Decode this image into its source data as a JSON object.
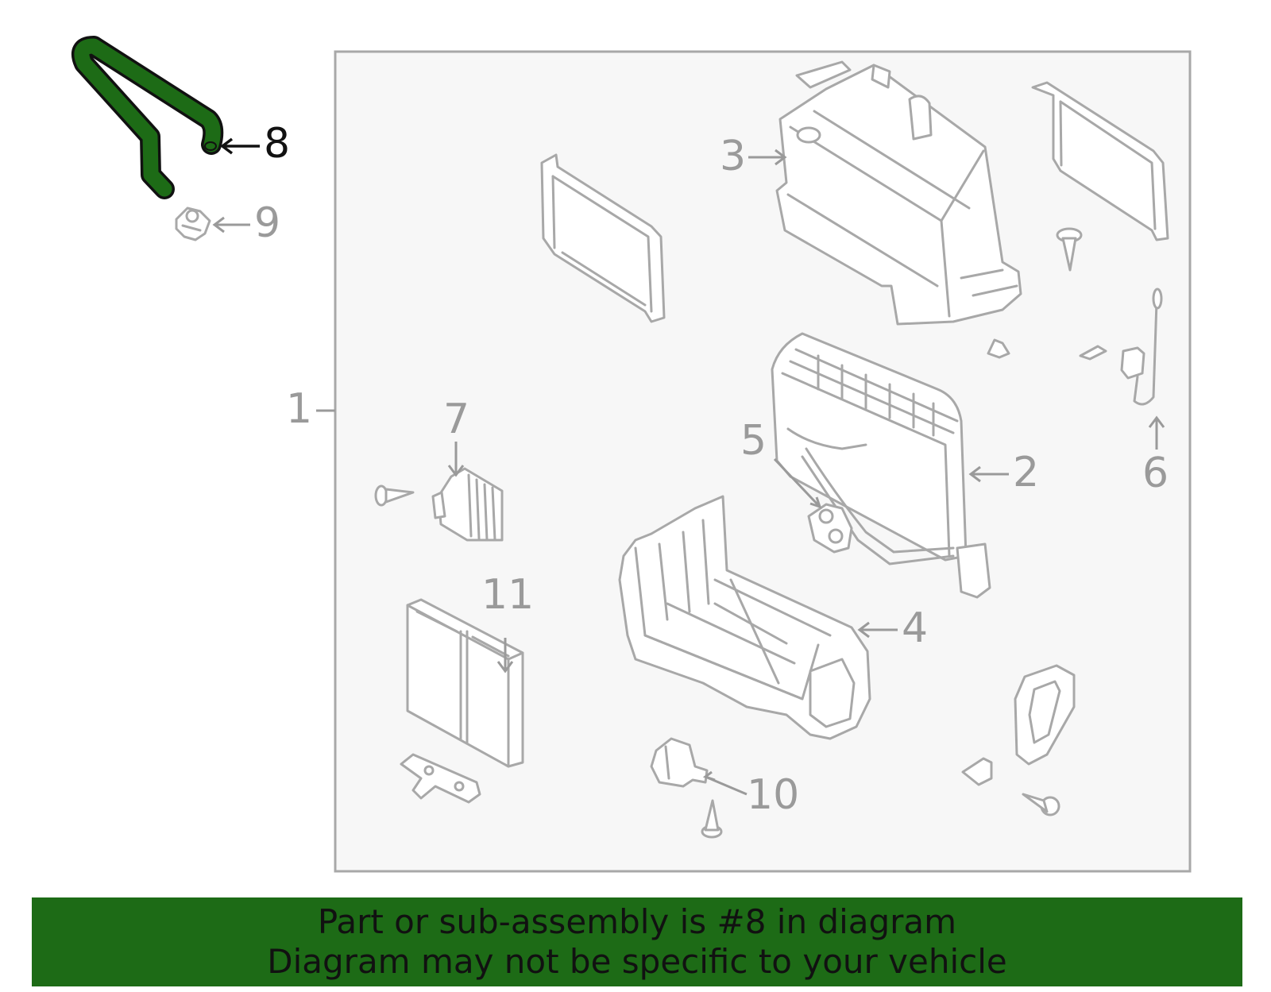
{
  "colors": {
    "highlight_part": "#1d6b16",
    "banner_background": "#1d6b16",
    "panel_background": "#f7f7f7",
    "part_outline": "#a8a8a8",
    "label_gray": "#9a9a9a",
    "label_highlight": "#111111"
  },
  "highlighted_part": "8",
  "callouts": {
    "c1": "1",
    "c2": "2",
    "c3": "3",
    "c4": "4",
    "c5": "5",
    "c6": "6",
    "c7": "7",
    "c8": "8",
    "c9": "9",
    "c10": "10",
    "c11": "11"
  },
  "banner": {
    "line1": "Part or sub-assembly is #8 in diagram",
    "line2": "Diagram may not be specific to your vehicle"
  }
}
